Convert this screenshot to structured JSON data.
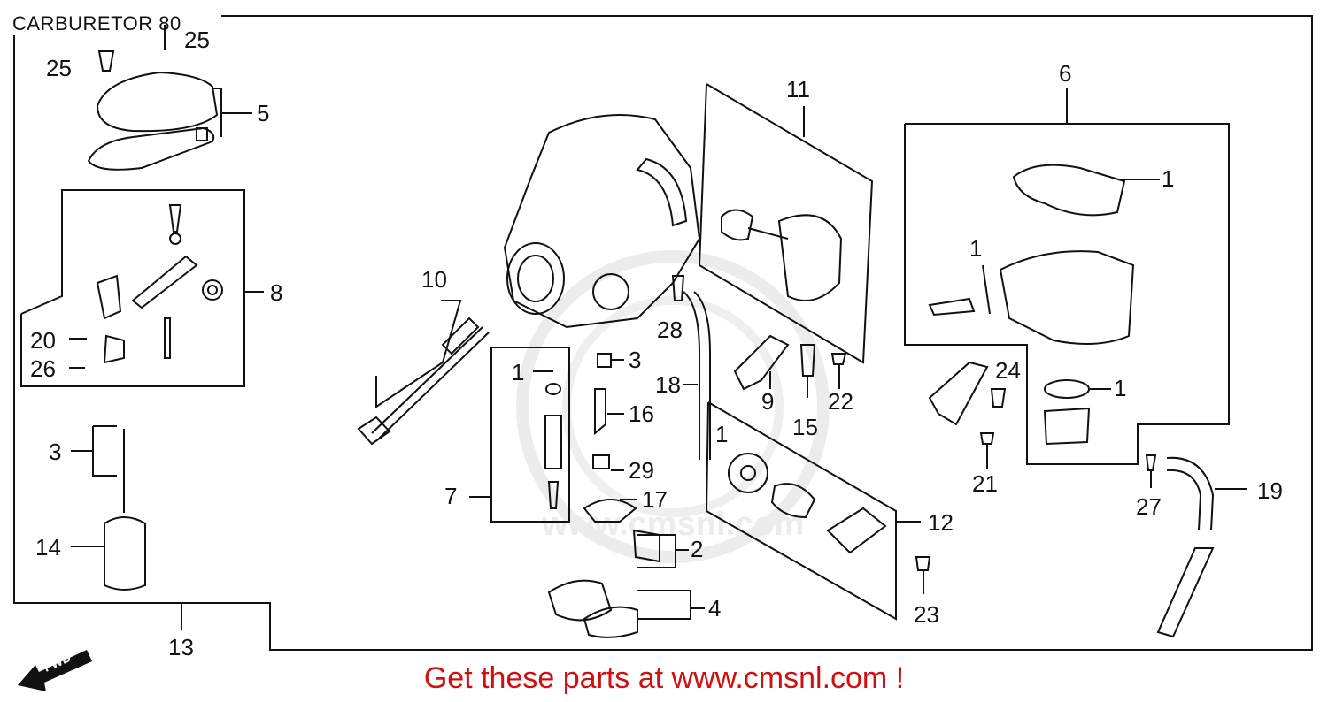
{
  "title": "CARBURETOR 80",
  "footer": "Get these parts at www.cmsnl.com !",
  "fwd_label": "FWD",
  "watermark_text": "www.cmsnl.com",
  "colors": {
    "ink": "#111111",
    "footer": "#d01010",
    "watermark": "#e0e0e0"
  },
  "callouts": [
    "25",
    "25",
    "5",
    "8",
    "20",
    "26",
    "3",
    "14",
    "13",
    "10",
    "7",
    "1",
    "3",
    "16",
    "29",
    "17",
    "2",
    "4",
    "28",
    "18",
    "11",
    "9",
    "15",
    "22",
    "1",
    "12",
    "23",
    "6",
    "1",
    "1",
    "24",
    "1",
    "21",
    "27",
    "19"
  ]
}
